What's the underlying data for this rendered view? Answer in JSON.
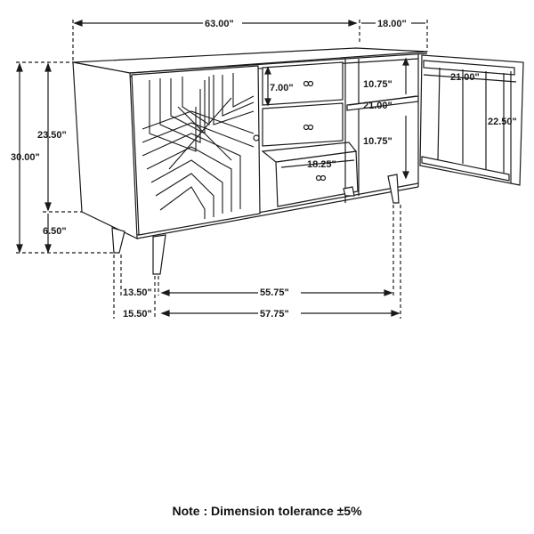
{
  "diagram": {
    "subject": "sideboard-dimension-drawing",
    "dimensions": {
      "overall_width": "63.00\"",
      "overall_depth": "18.00\"",
      "overall_height": "30.00\"",
      "cabinet_height": "23.50\"",
      "leg_height": "6.50\"",
      "drawer_height": "7.00\"",
      "drawer_width": "18.25\"",
      "shelf_top_clearance": "10.75\"",
      "shelf_bottom_clearance": "10.75\"",
      "shelf_width": "21.00\"",
      "door_width": "21.00\"",
      "door_height": "22.50\"",
      "front_leg_inset": "13.50\"",
      "rear_leg_inset": "15.50\"",
      "front_leg_span": "55.75\"",
      "rear_leg_span": "57.75\""
    }
  },
  "note": "Note : Dimension tolerance ±5%"
}
